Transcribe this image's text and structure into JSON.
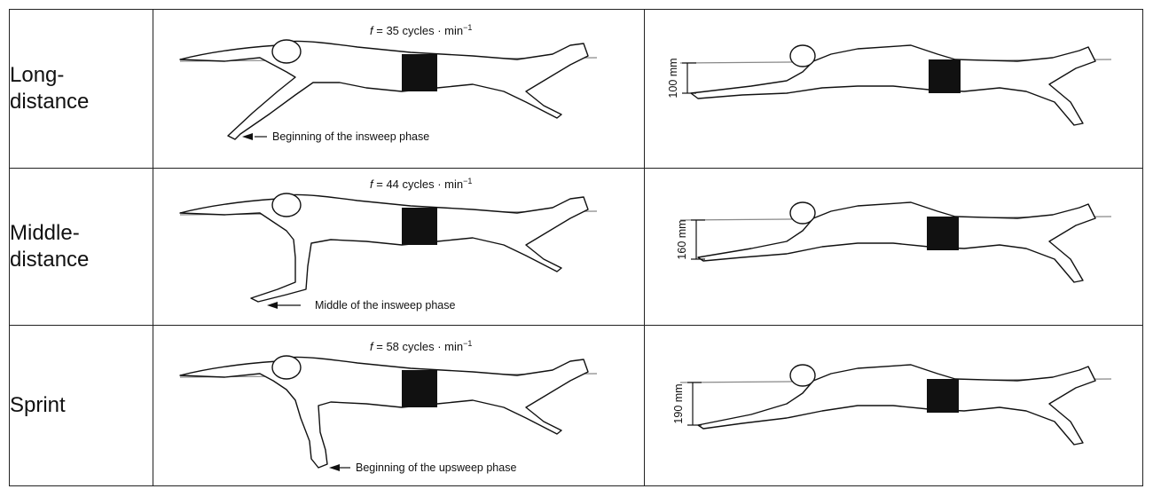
{
  "rows": [
    {
      "label_lines": [
        "Long-",
        "distance"
      ],
      "frequency_symbol": "f",
      "frequency_text": " = 35 cycles · min",
      "frequency_exponent": "−1",
      "phase_label": "Beginning of the insweep phase",
      "depth_label": "100 mm"
    },
    {
      "label_lines": [
        "Middle-",
        "distance"
      ],
      "frequency_symbol": "f",
      "frequency_text": " = 44 cycles · min",
      "frequency_exponent": "−1",
      "phase_label": "Middle of the insweep phase",
      "depth_label": "160 mm"
    },
    {
      "label_lines": [
        "Sprint"
      ],
      "frequency_symbol": "f",
      "frequency_text": " = 58 cycles · min",
      "frequency_exponent": "−1",
      "phase_label": "Beginning of the upsweep phase",
      "depth_label": "190 mm"
    }
  ]
}
